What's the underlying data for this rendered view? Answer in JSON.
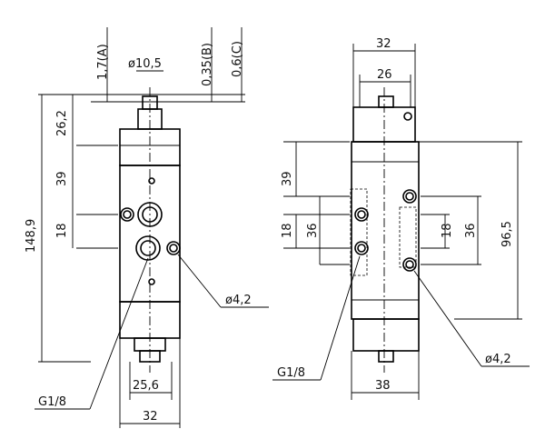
{
  "left_view": {
    "dim_stroke_a": "1,7(A)",
    "dim_diameter_top": "ø10,5",
    "dim_stroke_b": "0,35(B)",
    "dim_stroke_c": "0,6(C)",
    "dim_cap_height": "26,2",
    "dim_port_spacing_upper": "39",
    "dim_port_spacing_lower": "18",
    "dim_overall_height": "148,9",
    "dim_port_hole": "ø4,2",
    "dim_inner_width": "25,6",
    "dim_body_width": "32",
    "thread_label": "G1/8"
  },
  "right_view": {
    "dim_top_width": "32",
    "dim_inner_width": "26",
    "dim_port_spacing_left": "39",
    "dim_left_18": "18",
    "dim_left_36": "36",
    "dim_right_18": "18",
    "dim_right_36": "36",
    "dim_body_height": "96,5",
    "dim_port_hole": "ø4,2",
    "thread_label": "G1/8",
    "dim_base_width": "38"
  }
}
